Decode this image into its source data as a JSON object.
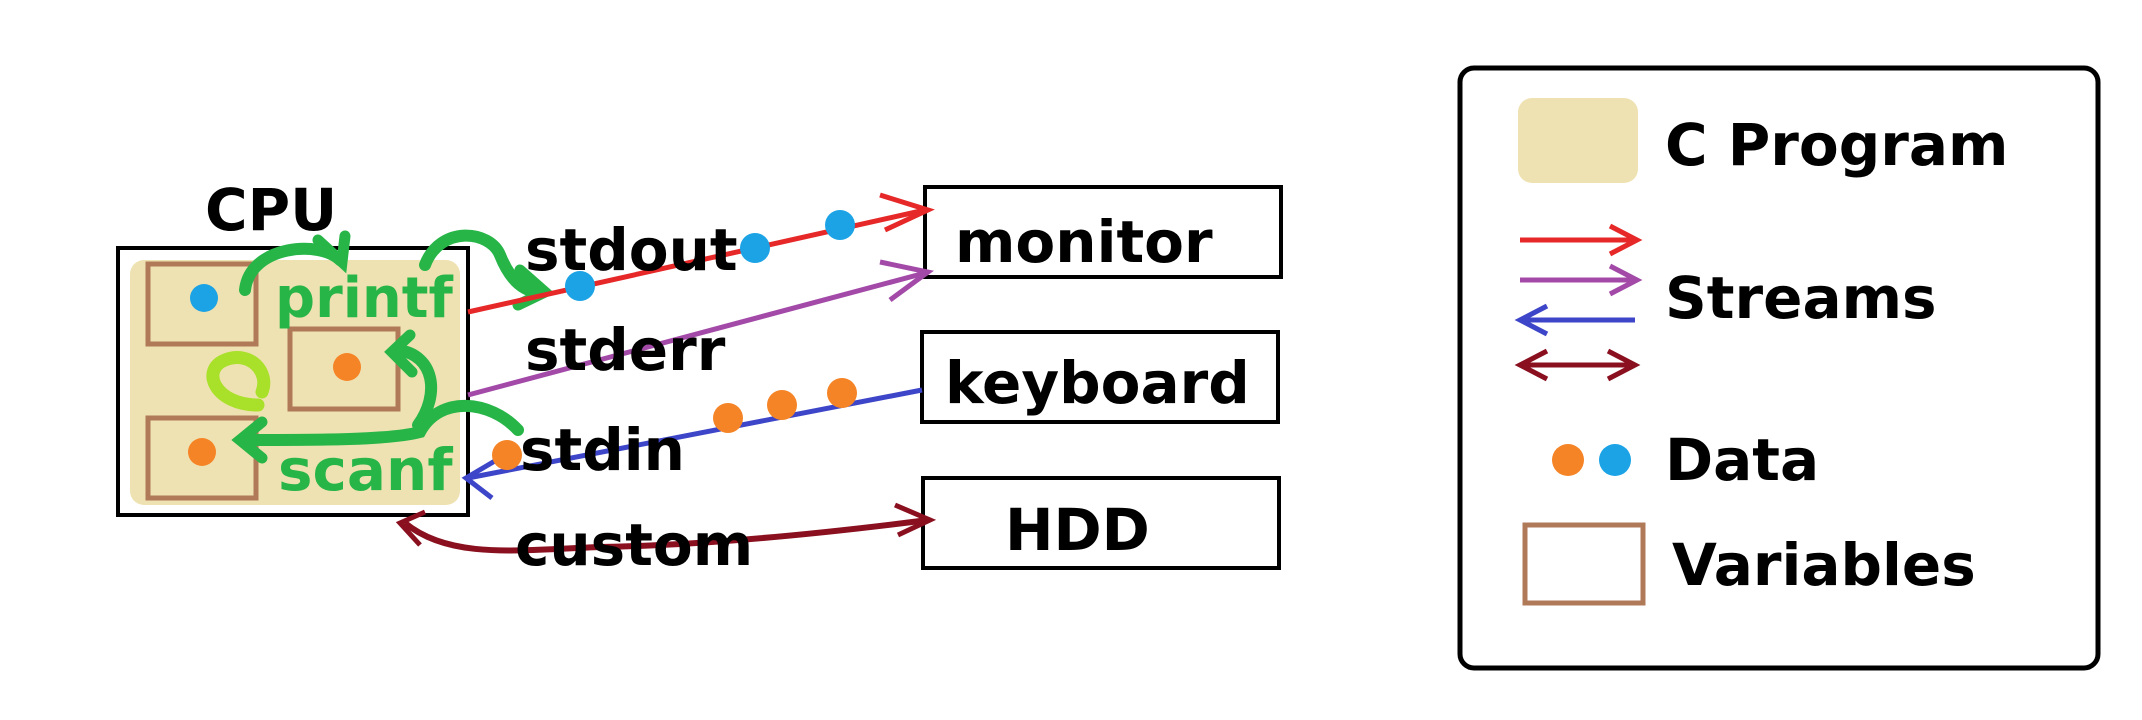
{
  "cpu": {
    "label": "CPU"
  },
  "functions": {
    "printf": "printf",
    "scanf": "scanf"
  },
  "streams": {
    "stdout": "stdout",
    "stderr": "stderr",
    "stdin": "stdin",
    "custom": "custom"
  },
  "devices": {
    "monitor": "monitor",
    "keyboard": "keyboard",
    "hdd": "HDD"
  },
  "legend": {
    "program": "C Program",
    "streams": "Streams",
    "data": "Data",
    "variables": "Variables"
  },
  "colors": {
    "program_fill": "#efe2b2",
    "variable_border": "#b07a58",
    "stdout": "#e62828",
    "stderr": "#a34aa8",
    "stdin": "#3d45c8",
    "custom": "#8a1020",
    "function_arrow": "#27b548",
    "self_loop": "#a8e02a",
    "data_orange": "#f58426",
    "data_blue": "#1ba3e6"
  }
}
